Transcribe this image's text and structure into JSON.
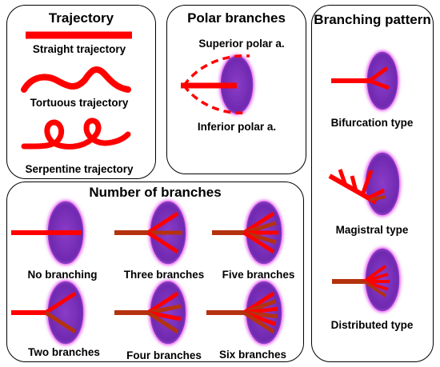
{
  "colors": {
    "artery": "#ff0000",
    "artery_dark": "#b5320f",
    "organ": "#7a2fb8",
    "organ_glow": "#ff80ff",
    "border": "#000000"
  },
  "trajectory": {
    "title": "Trajectory",
    "straight_label": "Straight trajectory",
    "tortuous_label": "Tortuous trajectory",
    "serpentine_label": "Serpentine trajectory"
  },
  "polar": {
    "title": "Polar branches",
    "superior_label": "Superior polar a.",
    "inferior_label": "Inferior polar a."
  },
  "pattern": {
    "title": "Branching pattern",
    "bifurcation_label": "Bifurcation type",
    "magistral_label": "Magistral type",
    "distributed_label": "Distributed type"
  },
  "branches": {
    "title": "Number of branches",
    "items": [
      {
        "label": "No branching",
        "count": 0
      },
      {
        "label": "Three branches",
        "count": 3
      },
      {
        "label": "Five branches",
        "count": 5
      },
      {
        "label": "Two branches",
        "count": 2
      },
      {
        "label": "Four branches",
        "count": 4
      },
      {
        "label": "Six branches",
        "count": 6
      }
    ]
  }
}
